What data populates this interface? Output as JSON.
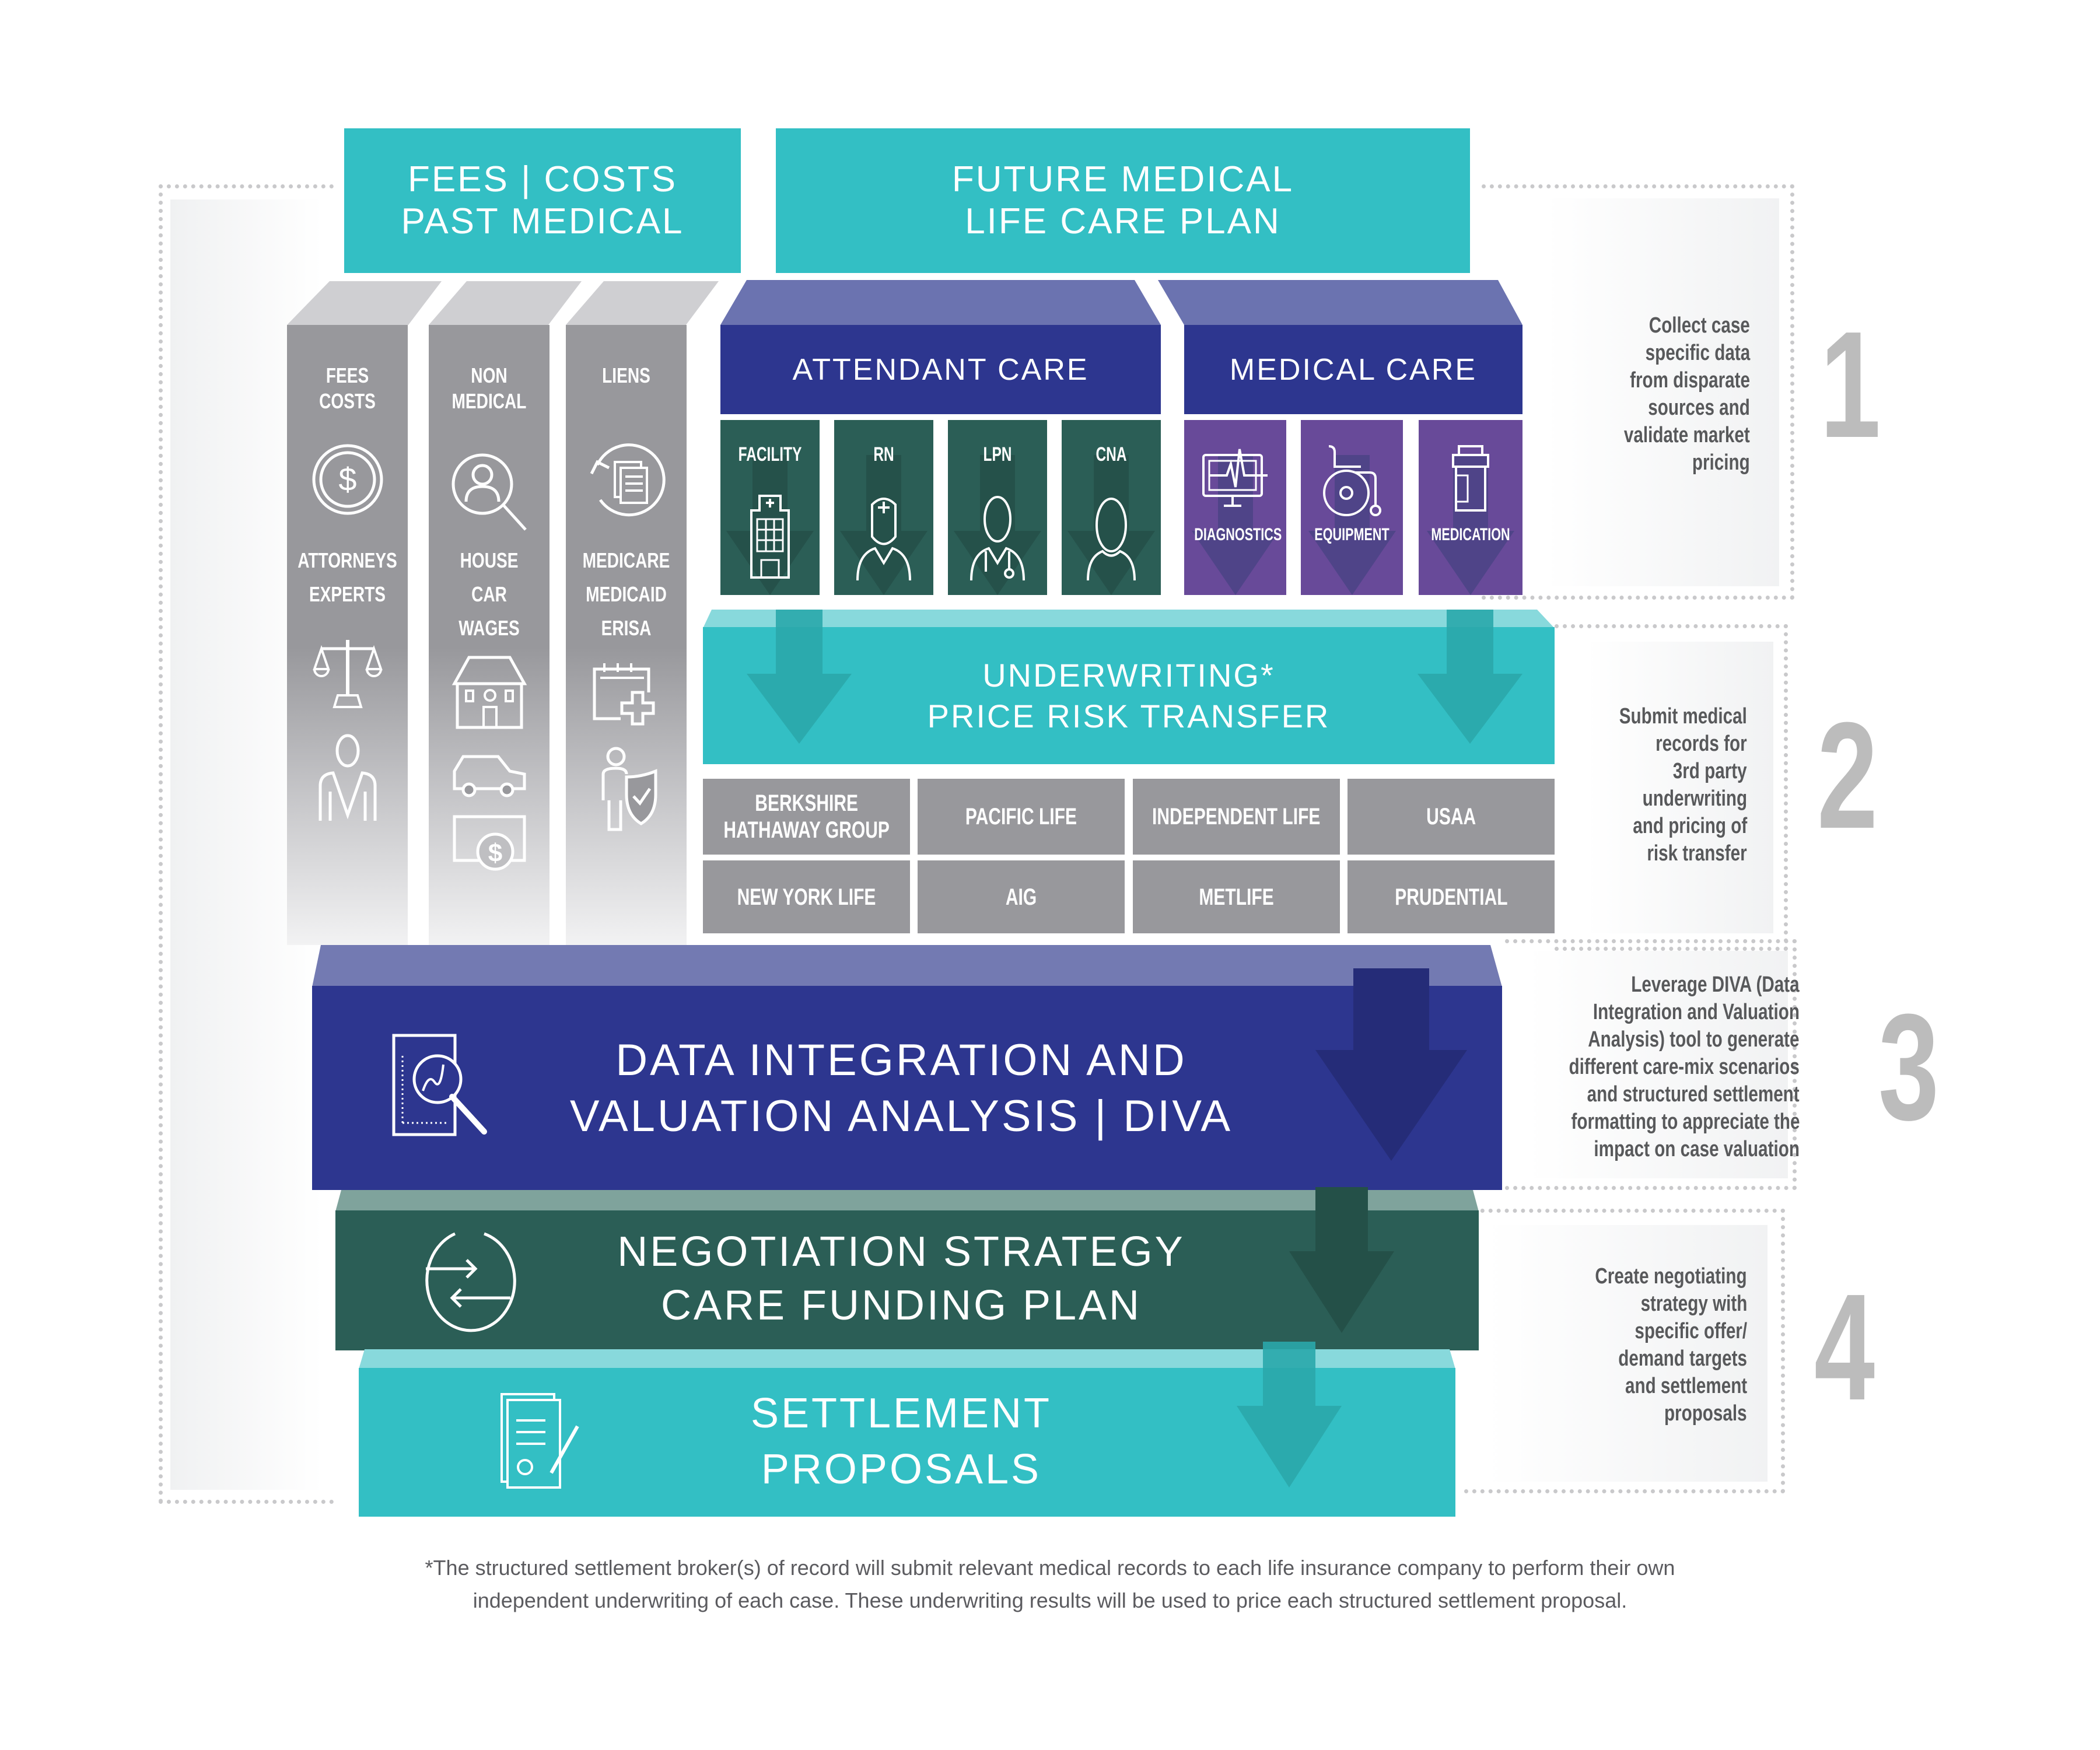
{
  "top_boxes": {
    "left": {
      "line1": "FEES | COSTS",
      "line2": "PAST MEDICAL"
    },
    "right": {
      "line1": "FUTURE MEDICAL",
      "line2": "LIFE CARE PLAN"
    }
  },
  "left_columns": [
    {
      "heading": [
        "FEES",
        "COSTS"
      ],
      "items": [
        "ATTORNEYS",
        "EXPERTS"
      ],
      "icons": [
        "dollar-coin-icon",
        "scales-of-justice-icon",
        "businessman-icon"
      ]
    },
    {
      "heading": [
        "NON",
        "MEDICAL"
      ],
      "items": [
        "HOUSE",
        "CAR",
        "WAGES"
      ],
      "icons": [
        "person-search-icon",
        "house-icon",
        "car-icon",
        "money-bill-icon"
      ]
    },
    {
      "heading": [
        "LIENS"
      ],
      "items": [
        "MEDICARE",
        "MEDICAID",
        "ERISA"
      ],
      "icons": [
        "document-refresh-icon",
        "calendar-medical-icon",
        "person-shield-icon"
      ]
    }
  ],
  "care_groups": {
    "attendant": {
      "title": "ATTENDANT CARE",
      "tiles": [
        {
          "label": "FACILITY",
          "icon": "hospital-building-icon"
        },
        {
          "label": "RN",
          "icon": "nurse-icon"
        },
        {
          "label": "LPN",
          "icon": "doctor-stethoscope-icon"
        },
        {
          "label": "CNA",
          "icon": "caregiver-icon"
        }
      ]
    },
    "medical": {
      "title": "MEDICAL CARE",
      "tiles": [
        {
          "label": "DIAGNOSTICS",
          "icon": "heart-monitor-icon"
        },
        {
          "label": "EQUIPMENT",
          "icon": "wheelchair-icon"
        },
        {
          "label": "MEDICATION",
          "icon": "pill-bottle-icon"
        }
      ]
    }
  },
  "underwriting": {
    "line1": "UNDERWRITING*",
    "line2": "PRICE RISK TRANSFER"
  },
  "insurers": [
    [
      "BERKSHIRE|HATHAWAY GROUP",
      "PACIFIC LIFE",
      "INDEPENDENT LIFE",
      "USAA"
    ],
    [
      "NEW YORK LIFE",
      "AIG",
      "METLIFE",
      "PRUDENTIAL"
    ]
  ],
  "bands": {
    "diva": {
      "line1": "DATA INTEGRATION AND",
      "line2": "VALUATION ANALYSIS | DIVA",
      "icon": "chart-magnifier-icon"
    },
    "negotiation": {
      "line1": "NEGOTIATION STRATEGY",
      "line2": "CARE FUNDING PLAN",
      "icon": "exchange-arrows-icon"
    },
    "settlement": {
      "line1": "SETTLEMENT",
      "line2": "PROPOSALS",
      "icon": "certificate-documents-icon"
    }
  },
  "steps": [
    {
      "number": "1",
      "lines": [
        "Collect case",
        "specific data",
        "from disparate",
        "sources and",
        "validate market",
        "pricing"
      ]
    },
    {
      "number": "2",
      "lines": [
        "Submit medical",
        "records for",
        "3rd party",
        "underwriting",
        "and pricing of",
        "risk transfer"
      ]
    },
    {
      "number": "3",
      "lines": [
        "Leverage DIVA (Data",
        "Integration and Valuation",
        "Analysis) tool to generate",
        "different care-mix scenarios",
        "and structured settlement",
        "formatting to appreciate the",
        "impact on case valuation"
      ]
    },
    {
      "number": "4",
      "lines": [
        "Create negotiating",
        "strategy with",
        "specific offer/",
        "demand targets",
        "and settlement",
        "proposals"
      ]
    }
  ],
  "footnote": {
    "line1": "*The structured settlement broker(s) of record will submit relevant medical records to each life insurance company to perform their own",
    "line2": "independent underwriting of each case. These underwriting results will be used to price each structured settlement proposal."
  },
  "colors": {
    "teal": "#33bfc4",
    "navy": "#2d368f",
    "green": "#2b5e56",
    "purple": "#684a99",
    "gray": "#98989c",
    "number_gray": "#bcbcbc",
    "text_gray": "#58595b"
  }
}
